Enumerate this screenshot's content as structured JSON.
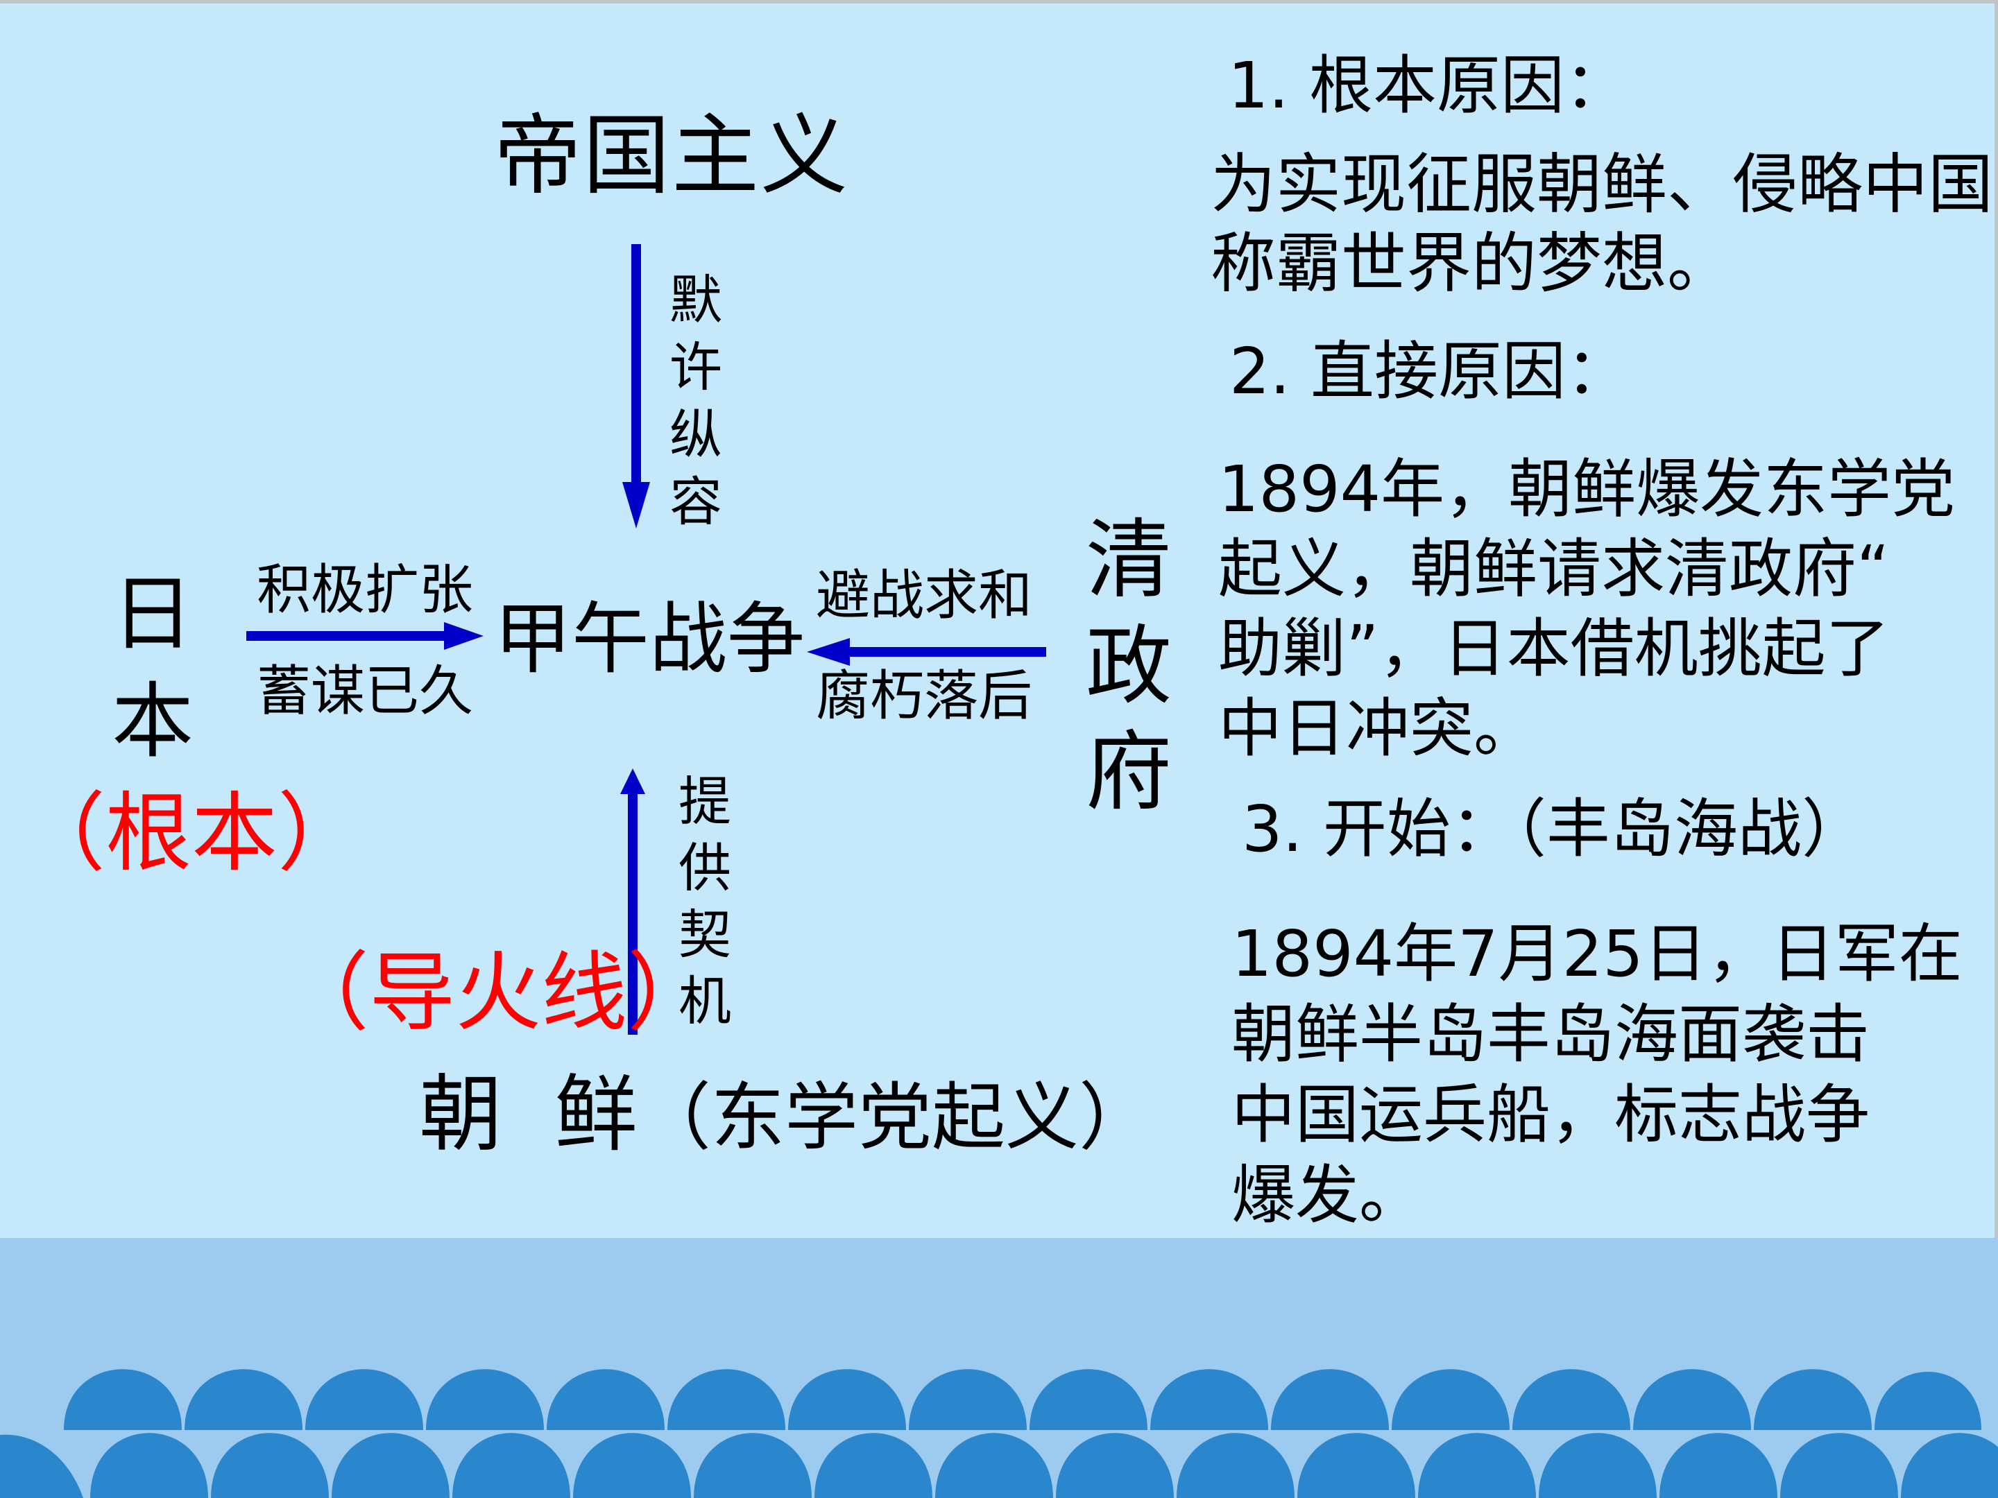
{
  "diagram": {
    "top_node": "帝国主义",
    "top_arrow_label": [
      "默",
      "许",
      "纵",
      "容"
    ],
    "center_node": "甲午战争",
    "left_node": [
      "日",
      "本"
    ],
    "left_arrow_label_top": "积极扩张",
    "left_arrow_label_bottom": "蓄谋已久",
    "left_annotation": "（根本）",
    "right_node": [
      "清",
      "政",
      "府"
    ],
    "right_arrow_label_top": "避战求和",
    "right_arrow_label_bottom": "腐朽落后",
    "bottom_node_main": [
      "朝",
      "鲜"
    ],
    "bottom_node_sub": "（东学党起义）",
    "bottom_arrow_label": [
      "提",
      "供",
      "契",
      "机"
    ],
    "bottom_annotation": "（导火线）"
  },
  "notes": {
    "section1": {
      "heading": "1. 根本原因：",
      "lines": [
        "为实现征服朝鲜、侵略中国",
        "称霸世界的梦想。"
      ]
    },
    "section2": {
      "heading": "2. 直接原因：",
      "lines": [
        "1894年，朝鲜爆发东学党",
        "起义，朝鲜请求清政府“",
        "助剿”，日本借机挑起了",
        "中日冲突。"
      ]
    },
    "section3": {
      "heading": "3. 开始：（丰岛海战）",
      "lines": [
        "1894年7月25日，日军在",
        "朝鲜半岛丰岛海面袭击",
        "中国运兵船，标志战争",
        "爆发。"
      ]
    }
  },
  "colors": {
    "background": "#C5E8FA",
    "arrow": "#0000C8",
    "annotation": "#FF0000",
    "wave_band": "#9DCBEF",
    "wave": "#2A87CD",
    "border": "#BFC4C8"
  }
}
